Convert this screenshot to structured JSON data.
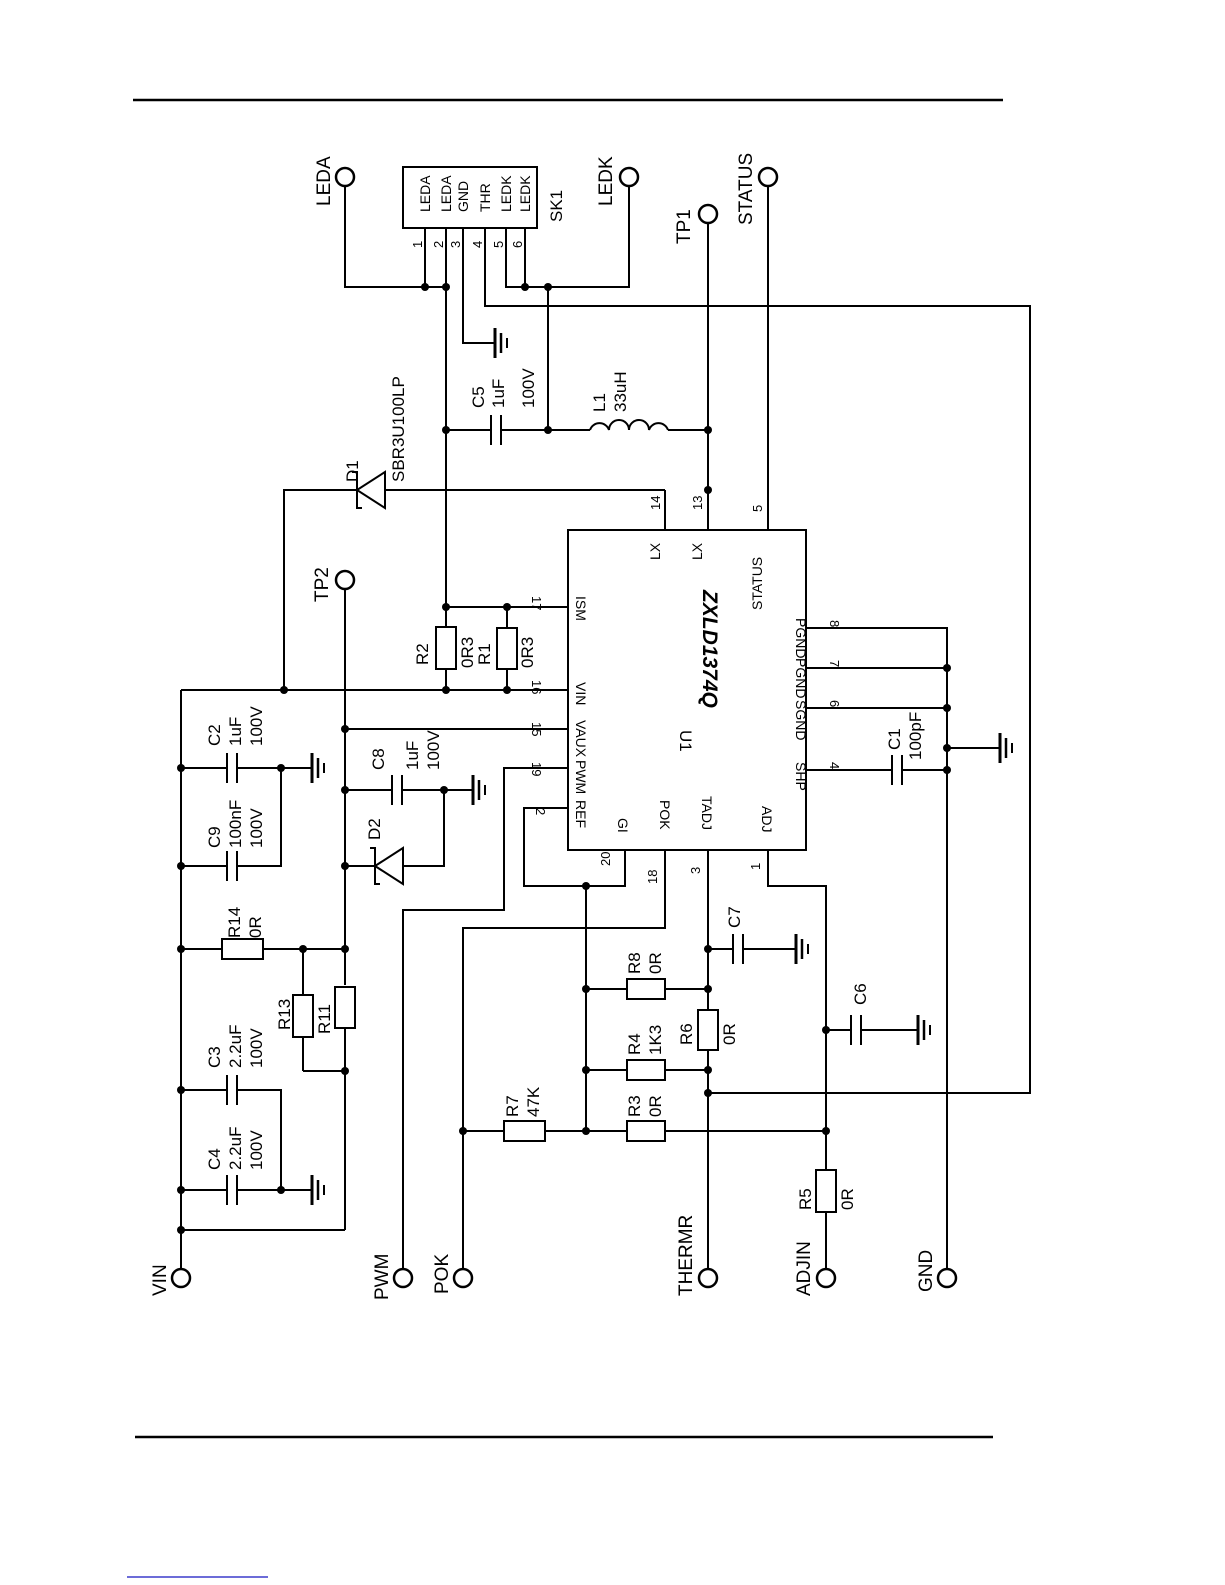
{
  "connector": {
    "ref": "SK1",
    "pins": [
      {
        "num": "1",
        "name": "LEDA"
      },
      {
        "num": "2",
        "name": "LEDA"
      },
      {
        "num": "3",
        "name": "GND"
      },
      {
        "num": "4",
        "name": "THR"
      },
      {
        "num": "5",
        "name": "LEDK"
      },
      {
        "num": "6",
        "name": "LEDK"
      }
    ]
  },
  "ic": {
    "ref": "U1",
    "part": "ZXLD1374Q",
    "pins": [
      {
        "num": "14",
        "name": "LX"
      },
      {
        "num": "13",
        "name": "LX"
      },
      {
        "num": "5",
        "name": "STATUS"
      },
      {
        "num": "17",
        "name": "ISM"
      },
      {
        "num": "16",
        "name": "VIN"
      },
      {
        "num": "15",
        "name": "VAUX"
      },
      {
        "num": "19",
        "name": "PWM"
      },
      {
        "num": "2",
        "name": "REF"
      },
      {
        "num": "20",
        "name": "GI"
      },
      {
        "num": "18",
        "name": "POK"
      },
      {
        "num": "3",
        "name": "TADJ"
      },
      {
        "num": "1",
        "name": "ADJ"
      },
      {
        "num": "8",
        "name": "PGND"
      },
      {
        "num": "7",
        "name": "PGND"
      },
      {
        "num": "6",
        "name": "SGND"
      },
      {
        "num": "4",
        "name": "SHP"
      }
    ]
  },
  "terminals": {
    "leda": "LEDA",
    "ledk": "LEDK",
    "tp1": "TP1",
    "status": "STATUS",
    "tp2": "TP2",
    "vin": "VIN",
    "pwm": "PWM",
    "pok": "POK",
    "thermr": "THERMR",
    "adjin": "ADJIN",
    "gnd": "GND"
  },
  "components": {
    "c5": {
      "ref": "C5",
      "v1": "1uF",
      "v2": "100V"
    },
    "l1": {
      "ref": "L1",
      "v1": "33uH"
    },
    "d1": {
      "ref": "D1",
      "v1": "SBR3U100LP"
    },
    "r2": {
      "ref": "R2",
      "v1": "0R3"
    },
    "r1": {
      "ref": "R1",
      "v1": "0R3"
    },
    "c2": {
      "ref": "C2",
      "v1": "1uF",
      "v2": "100V"
    },
    "c9": {
      "ref": "C9",
      "v1": "100nF",
      "v2": "100V"
    },
    "c8": {
      "ref": "C8",
      "v1": "1uF",
      "v2": "100V"
    },
    "d2": {
      "ref": "D2"
    },
    "r14": {
      "ref": "R14",
      "v1": "0R"
    },
    "r13": {
      "ref": "R13"
    },
    "r11": {
      "ref": "R11"
    },
    "c3": {
      "ref": "C3",
      "v1": "2.2uF",
      "v2": "100V"
    },
    "c4": {
      "ref": "C4",
      "v1": "2.2uF",
      "v2": "100V"
    },
    "r8": {
      "ref": "R8",
      "v1": "0R"
    },
    "r4": {
      "ref": "R4",
      "v1": "1K3"
    },
    "r6": {
      "ref": "R6",
      "v1": "0R"
    },
    "r3": {
      "ref": "R3",
      "v1": "0R"
    },
    "r7": {
      "ref": "R7",
      "v1": "47K"
    },
    "c7": {
      "ref": "C7"
    },
    "c6": {
      "ref": "C6"
    },
    "r5": {
      "ref": "R5",
      "v1": "0R"
    },
    "c1": {
      "ref": "C1",
      "v1": "100pF"
    }
  }
}
